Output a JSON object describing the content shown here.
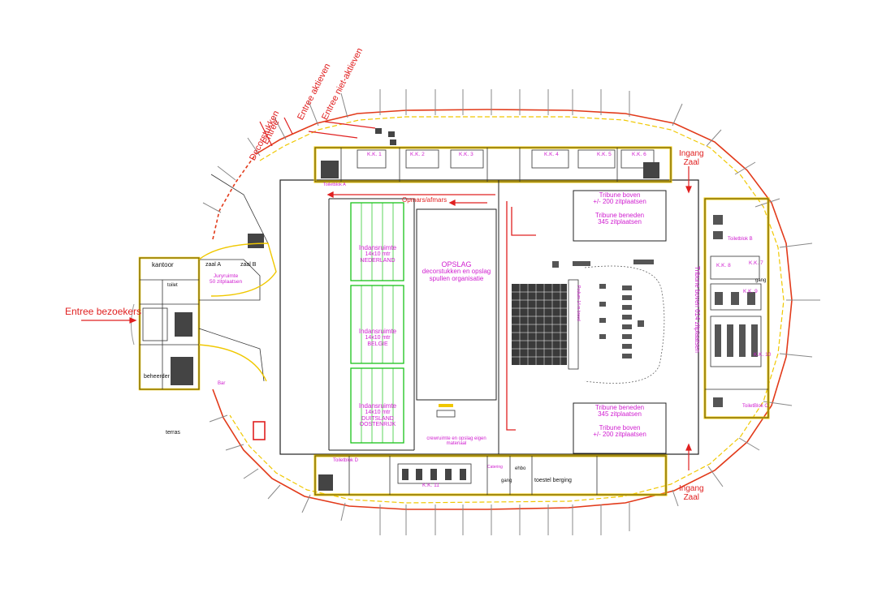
{
  "entrances": {
    "decor_line1": "Entree",
    "decor_line2": "Decorstukken",
    "actief": "Entree aktieven",
    "niet_actief": "Entree niet-aktieven",
    "bezoekers": "Entree bezoekers",
    "ingang_top_1": "Ingang",
    "ingang_top_2": "Zaal",
    "ingang_bottom_1": "Ingang",
    "ingang_bottom_2": "Zaal"
  },
  "rooms": {
    "kantoor": "kantoor",
    "zaal_a": "zaal A",
    "zaal_b": "zaal B",
    "juryruimte_1": "Juryruimte",
    "juryruimte_2": "50 zitplaatsen",
    "toilet": "toilet",
    "beheerder": "beheerder",
    "bar": "Bar",
    "terras": "terras",
    "toiletblok_a": "Toiletblok A",
    "toiletblok_b": "Toiletblok B",
    "toiletblok_c": "ToiletBlok C",
    "toiletblok_d": "Toiletblok D",
    "gang": "gang",
    "catering": "Catering",
    "ehbo": "ehbo",
    "toestel_berging": "toestel berging",
    "kk": [
      "K.K. 1",
      "K.K. 2",
      "K.K. 3",
      "K.K. 4",
      "K.K. 5",
      "K.K. 6",
      "K.K. 7",
      "K.K. 8",
      "K.K. 9",
      "K.K. 10",
      "K.K. 11"
    ]
  },
  "warmup": {
    "title": "Indansruimte",
    "size": "14x10 mtr",
    "nl": "NEDERLAND",
    "be": "BELGIE",
    "de": "DUITSLAND",
    "at": "OOSTENRIJK"
  },
  "storage": {
    "line1": "OPSLAG",
    "line2": "decorstukken en opslag",
    "line3": "spullen organisatie",
    "crew1": "crewruimte en opslag eigen",
    "crew2": "materiaal"
  },
  "opmars": "Opmars/afmars",
  "stands": {
    "top_1": "Tribune boven",
    "top_2": "+/- 200 zitplaatsen",
    "top_3": "Tribune  beneden",
    "top_4": "345 zitplaatsen",
    "bottom_1": "Tribune beneden",
    "bottom_2": "345 zitplaatsen",
    "bottom_3": "Tribune boven",
    "bottom_4": "+/- 200 zitplaatsen",
    "side": "Tribune boven 614 zitplaatsen",
    "podium": "Podium 14 m breed"
  },
  "colors": {
    "outline": "#e23a1a",
    "walls": "#f0c800",
    "labels": "#d01fd0",
    "entrance": "#e02020",
    "green": "#19c219"
  }
}
